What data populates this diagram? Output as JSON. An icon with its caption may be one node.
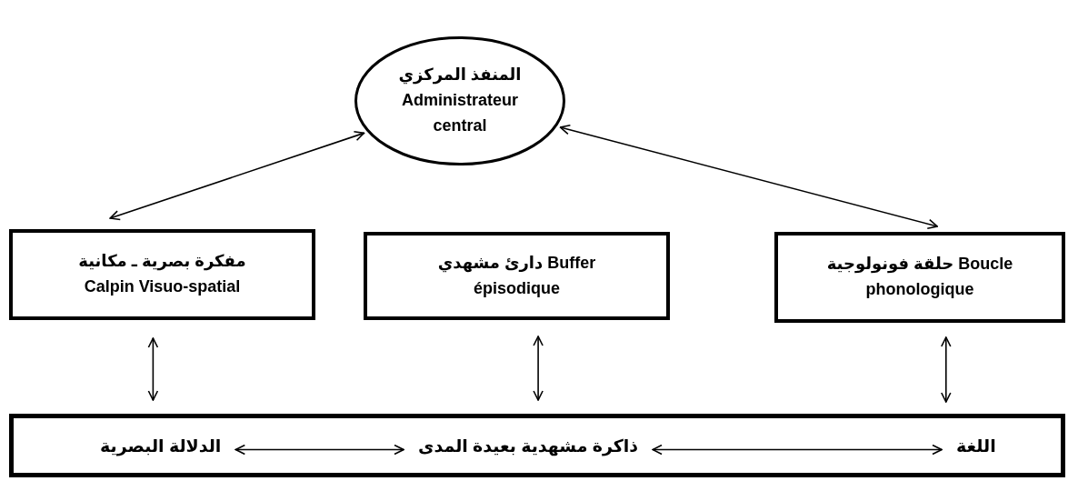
{
  "diagram": {
    "nodes": [
      {
        "text": [
          "المنفذ المركزي",
          "Administrateur central"
        ]
      },
      {
        "text": [
          "مفكرة بصرية ـ مكانية",
          "Calpin Visuo-spatial"
        ]
      },
      {
        "text": [
          "دارئ مشهدي Buffer épisodique"
        ]
      },
      {
        "text": [
          "حلقة فونولوجية Boucle phonologique"
        ]
      },
      {
        "text": [],
        "shape": "box"
      },
      {
        "text": [
          "الدلالة البصرية"
        ],
        "in": 4
      },
      {
        "text": [
          "ذاكرة مشهدية بعيدة المدى"
        ],
        "in": 4
      },
      {
        "text": [
          "اللغة"
        ],
        "in": 4
      }
    ],
    "edges": [
      {
        "from": 0,
        "to": 1,
        "arrow": "both"
      },
      {
        "from": 0,
        "to": 3,
        "arrow": "both"
      },
      {
        "from": 1,
        "to": 4,
        "arrow": "both"
      },
      {
        "from": 2,
        "to": 4,
        "arrow": "both"
      },
      {
        "from": 3,
        "to": 4,
        "arrow": "both"
      },
      {
        "from": 5,
        "to": 6,
        "arrow": "both"
      },
      {
        "from": 6,
        "to": 7,
        "arrow": "both"
      }
    ]
  }
}
